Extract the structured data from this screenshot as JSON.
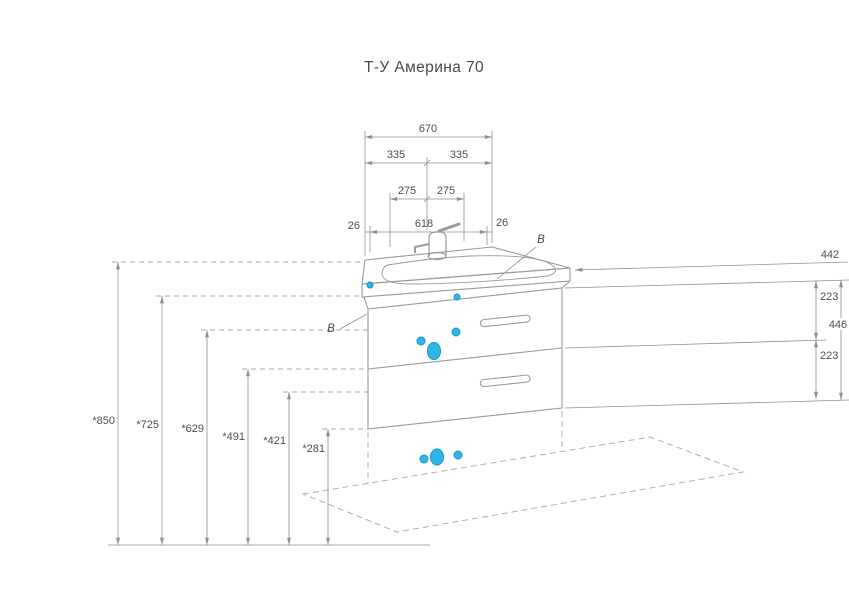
{
  "title": "Т-У Америна 70",
  "drawing": {
    "top_dims": {
      "overall": "670",
      "left_half": "335",
      "right_half": "335",
      "left_quarter": "275",
      "right_quarter": "275",
      "edge_left": "26",
      "center_span": "618",
      "edge_right": "26"
    },
    "right_dims": {
      "depth": "442",
      "upper_drawer": "223",
      "total_height": "446",
      "lower_drawer": "223"
    },
    "height_dims": [
      "*850",
      "*725",
      "*629",
      "*491",
      "*421",
      "*281"
    ],
    "markers": {
      "upper": "В",
      "lower": "В"
    },
    "colors": {
      "accent": "#2fb5e8",
      "accent_edge": "#1d93c6",
      "line": "#9a9a9a",
      "dim_line": "#8f8f8f",
      "text": "#4d4d4d"
    }
  }
}
